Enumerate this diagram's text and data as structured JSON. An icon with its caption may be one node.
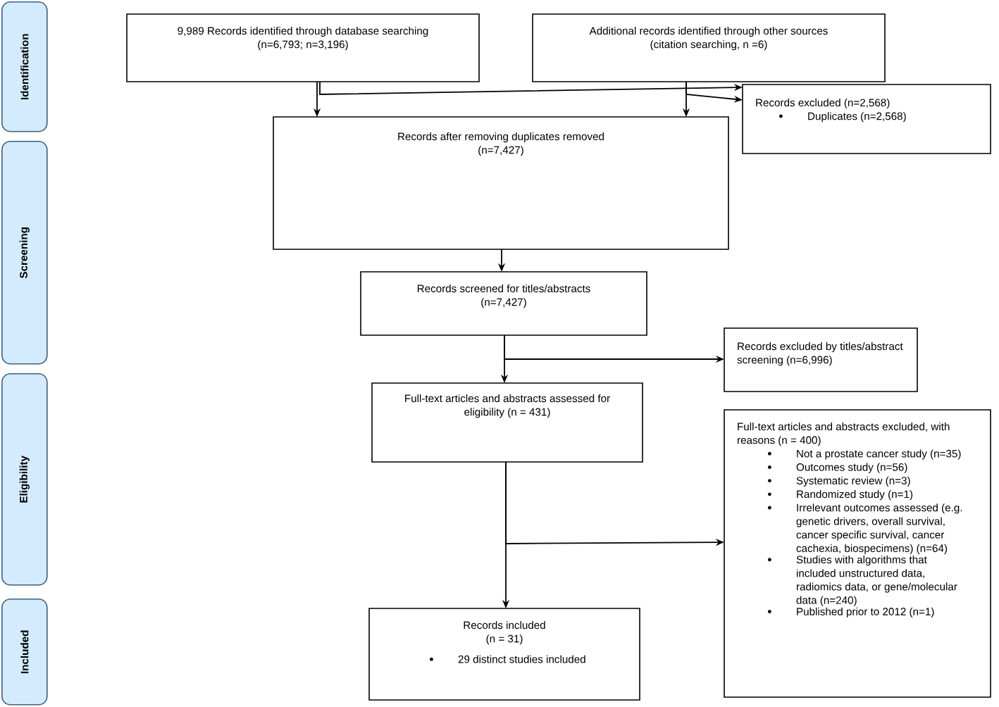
{
  "diagram": {
    "nodes": [
      {
        "text": [
          "Identification"
        ]
      },
      {
        "text": [
          "Screening"
        ]
      },
      {
        "text": [
          "Eligibility"
        ]
      },
      {
        "text": [
          "Included"
        ]
      },
      {
        "text": [
          "9,989 Records identified through database searching (n=6,793; n=3,196)"
        ]
      },
      {
        "text": [
          "Additional records identified through other sources (citation searching, n =6)"
        ]
      },
      {
        "text": [
          "Records after removing duplicates removed (n=7,427)"
        ]
      },
      {
        "text": [
          "Records excluded (n=2,568)",
          "Duplicates (n=2,568)"
        ]
      },
      {
        "text": [
          "Records screened for titles/abstracts (n=7,427)"
        ]
      },
      {
        "text": [
          "Records excluded by titles/abstract screening (n=6,996)"
        ]
      },
      {
        "text": [
          "Full-text articles and abstracts assessed for eligibility (n = 431)"
        ]
      },
      {
        "text": [
          "Full-text articles and abstracts excluded, with reasons (n = 400)",
          "Not a prostate cancer study (n=35)",
          "Outcomes study (n=56)",
          "Systematic review (n=3)",
          "Randomized study (n=1)",
          "Irrelevant outcomes assessed (e.g. genetic drivers, overall survival, cancer specific survival, cancer cachexia, biospecimens) (n=64)",
          "Studies with algorithms that included unstructured data, radiomics data, or gene/molecular data (n=240)",
          "Published prior to 2012 (n=1)"
        ]
      },
      {
        "text": [
          "Records included (n = 31)",
          "29 distinct studies included"
        ]
      }
    ],
    "edges": [
      {
        "from": 4,
        "to": 6,
        "arrow": "to"
      },
      {
        "from": 5,
        "to": 6,
        "arrow": "to"
      },
      {
        "from": 4,
        "to": 7,
        "arrow": "to"
      },
      {
        "from": 5,
        "to": 7,
        "arrow": "to"
      },
      {
        "from": 6,
        "to": 8,
        "arrow": "to"
      },
      {
        "from": 8,
        "to": 10,
        "arrow": "to"
      },
      {
        "from": 8,
        "to": 9,
        "arrow": "to"
      },
      {
        "from": 10,
        "to": 12,
        "arrow": "to"
      },
      {
        "from": 10,
        "to": 11,
        "arrow": "to"
      }
    ]
  }
}
